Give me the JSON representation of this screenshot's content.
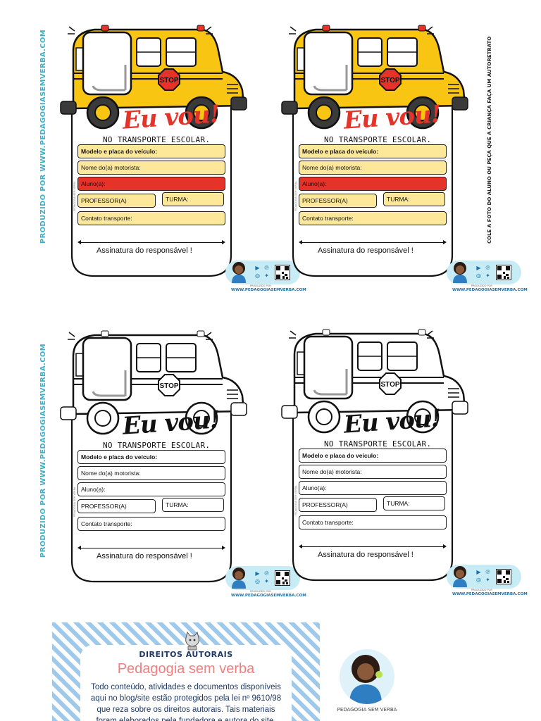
{
  "side_left_text": "PRODUZIDO POR WWW.PEDAGOGIASEMVERBA.COM",
  "side_right_text": "COLE A FOTO DO ALUNO OU PEÇA QUE A CRIANÇA FAÇA UM AUTORETRATO",
  "card": {
    "stop_sign": "STOP",
    "title": "Eu vou!",
    "subtitle": "NO TRANSPORTE ESCOLAR.",
    "fields": {
      "vehicle": "Modelo e placa do veículo:",
      "driver": "Nome do(a) motorista:",
      "student": "Aluno(a):",
      "teacher": "PROFESSOR(A)",
      "class": "TURMA:",
      "contact": "Contato transporte:"
    },
    "signature": "Assinatura do responsável !",
    "tiny_credit": "PEDAGOGIA SEM VERBA"
  },
  "badge": {
    "small_text": "PRODUZIDO POR",
    "url": "WWW.PEDAGOGIASEMVERBA.COM"
  },
  "copyright": {
    "heading": "DIREITOS AUTORAIS",
    "brand": "Pedagogia sem verba",
    "body": "Todo conteúdo, atividades e documentos disponíveis aqui no blog/site estão protegidos pela lei nº 9610/98 que reza sobre os direitos autorais. Tais materiais foram elaborados pela fundadora e autora do site."
  },
  "profile_label": "PEDAGOGIA SEM VERBA",
  "colors": {
    "bus_yellow": "#f7c512",
    "field_yellow": "#fde89a",
    "field_red": "#e5332a",
    "stop_red": "#e5332a",
    "title_red": "#e5332a",
    "brand_teal": "#3fb0c7",
    "copyright_navy": "#1f3a66",
    "copyright_pink": "#f07f7f"
  }
}
